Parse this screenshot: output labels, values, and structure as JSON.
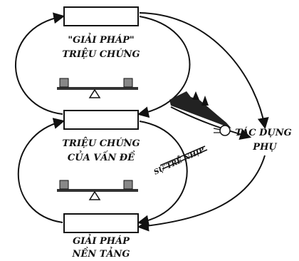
{
  "diagram": {
    "boxes": {
      "top": {
        "line1": "\"GIẢI PHÁP\"",
        "line2": "TRIỆU CHỨNG"
      },
      "middle": {
        "line1": "TRIỆU CHỨNG",
        "line2": "CỦA VẤN ĐỀ"
      },
      "bottom": {
        "line1": "GIẢI PHÁP",
        "line2": "NỀN TẢNG"
      }
    },
    "delay_label": "SỰ TRỄ NHỊP",
    "side_effect": {
      "line1": "TÁC DỤNG",
      "line2": "PHỤ"
    }
  }
}
